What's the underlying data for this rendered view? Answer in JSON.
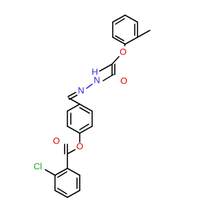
{
  "molecule": {
    "atoms": [
      {
        "id": "O_ether",
        "label": "O",
        "color": "#e00000"
      },
      {
        "id": "O_amide",
        "label": "O",
        "color": "#e00000"
      },
      {
        "id": "NH",
        "label": "H",
        "color": "#2b2bd8"
      },
      {
        "id": "N_amide",
        "label": "N",
        "color": "#2b2bd8"
      },
      {
        "id": "N_imine",
        "label": "N",
        "color": "#2b2bd8"
      },
      {
        "id": "O_phenol",
        "label": "O",
        "color": "#e00000"
      },
      {
        "id": "O_carbonyl",
        "label": "O",
        "color": "#e00000"
      },
      {
        "id": "Cl",
        "label": "Cl",
        "color": "#1aa81a"
      }
    ]
  }
}
